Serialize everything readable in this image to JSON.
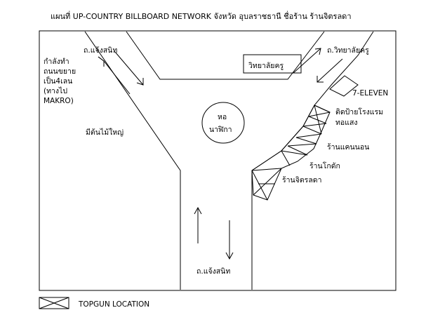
{
  "title": "แผนที่ UP-COUNTRY BILLBOARD NETWORK จังหวัด อุบลราชธานี ชื่อร้าน ร้านจิตรลดา",
  "roads": {
    "top_left": "ถ.แจ้งสนิท",
    "top_right": "ถ.วิทยาลัยครู",
    "bottom": "ถ.แจ้งสนิท"
  },
  "landmarks": {
    "college": "วิทยาลัยครู",
    "seven_eleven": "7-ELEVEN",
    "clock_tower_l1": "หอ",
    "clock_tower_l2": "นาฬิกา",
    "cinema_sign_l1": "ติดป้ายโรงแรม",
    "cinema_sign_l2": "ทอแสง",
    "shop_kaen": "ร้านแคนนอน",
    "shop_kodak": "ร้านโกดัก",
    "shop_target": "ร้านจิตรลดา",
    "big_tree": "มีต้นไม้ใหญ่"
  },
  "note_lines": [
    "กำลังทำ",
    "ถนนขยาย",
    "เป็น4เลน",
    "(ทางไป",
    "MAKRO)"
  ],
  "legend": {
    "label": "TOPGUN LOCATION"
  }
}
